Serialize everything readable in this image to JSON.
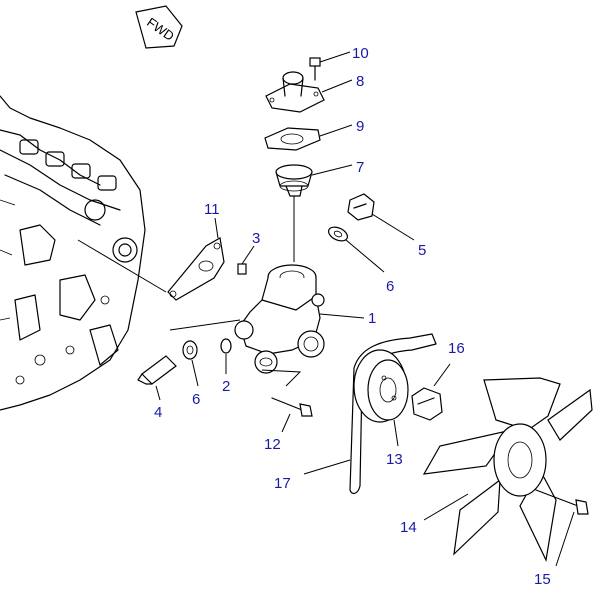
{
  "fwd_label": "FWD",
  "callouts": {
    "c1": "1",
    "c2": "2",
    "c3": "3",
    "c4": "4",
    "c5": "5",
    "c6a": "6",
    "c6b": "6",
    "c7": "7",
    "c8": "8",
    "c9": "9",
    "c10": "10",
    "c11": "11",
    "c12": "12",
    "c13": "13",
    "c14": "14",
    "c15": "15",
    "c16": "16",
    "c17": "17"
  },
  "colors": {
    "callout": "#1a1aa6",
    "line": "#000000",
    "background": "#ffffff"
  }
}
